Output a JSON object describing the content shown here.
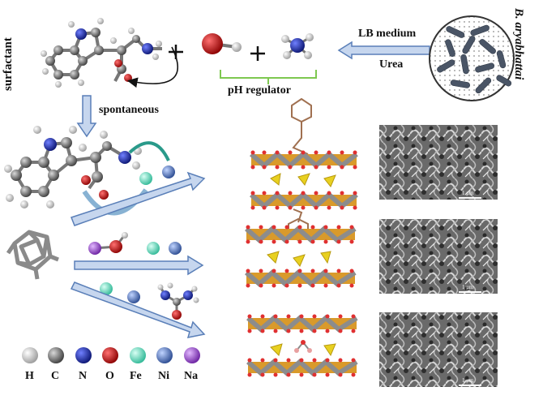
{
  "labels": {
    "surfactant": "surfactant",
    "spontaneous": "spontaneous",
    "ph_regulator": "pH regulator",
    "lb_medium": "LB  medium",
    "urea": "Urea",
    "bacterium": "B. aryabhattai"
  },
  "legend": [
    {
      "symbol": "H",
      "color": "#f2f2f2"
    },
    {
      "symbol": "C",
      "color": "#8a8a8a"
    },
    {
      "symbol": "N",
      "color": "#1a2fb3"
    },
    {
      "symbol": "O",
      "color": "#d01010"
    },
    {
      "symbol": "Fe",
      "color": "#5fe0c0"
    },
    {
      "symbol": "Ni",
      "color": "#5577c0"
    },
    {
      "symbol": "Na",
      "color": "#9b4fd0"
    }
  ],
  "sem_scale_labels": [
    "1 μm",
    "1 μm",
    "1 μm"
  ],
  "colors": {
    "arrow_fill": "#c6d6ee",
    "arrow_stroke": "#5a7fb8",
    "ph_bracket": "#7ec850",
    "layer_orange": "#d99a2b",
    "layer_gray": "#8c8c8c"
  }
}
